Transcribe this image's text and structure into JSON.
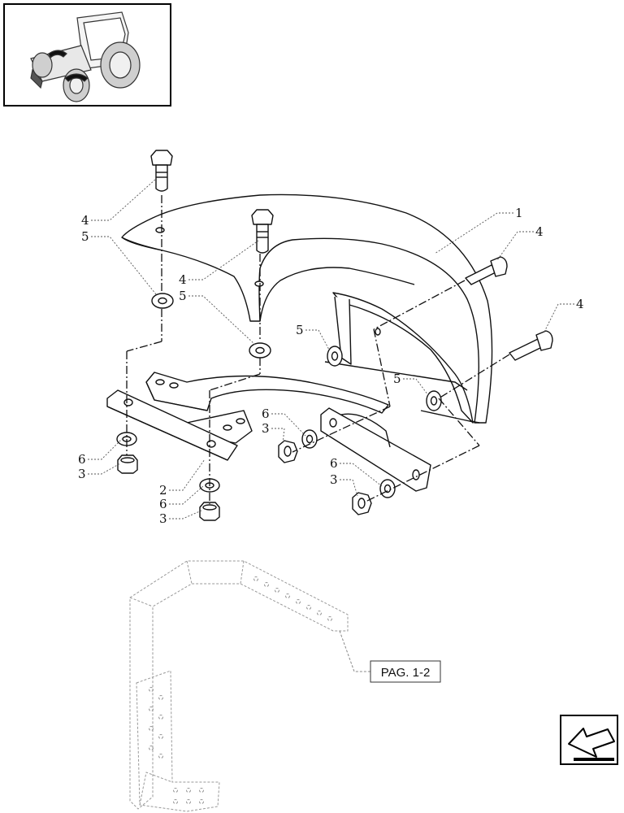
{
  "callouts": [
    {
      "id": "c1",
      "text": "1"
    },
    {
      "id": "c4a",
      "text": "4"
    },
    {
      "id": "c5a",
      "text": "5"
    },
    {
      "id": "c4b",
      "text": "4"
    },
    {
      "id": "c5b",
      "text": "5"
    },
    {
      "id": "c4c",
      "text": "4"
    },
    {
      "id": "c4d",
      "text": "4"
    },
    {
      "id": "c5c",
      "text": "5"
    },
    {
      "id": "c5d",
      "text": "5"
    },
    {
      "id": "c6a",
      "text": "6"
    },
    {
      "id": "c3a",
      "text": "3"
    },
    {
      "id": "c6b",
      "text": "6"
    },
    {
      "id": "c3b",
      "text": "3"
    },
    {
      "id": "c6c",
      "text": "6"
    },
    {
      "id": "c3c",
      "text": "3"
    },
    {
      "id": "c2",
      "text": "2"
    },
    {
      "id": "c6d",
      "text": "6"
    },
    {
      "id": "c3d",
      "text": "3"
    }
  ],
  "page_reference": "PAG. 1-2",
  "nav_icon": "next-page-arrow-icon",
  "thumbnail_icon": "tractor-icon"
}
